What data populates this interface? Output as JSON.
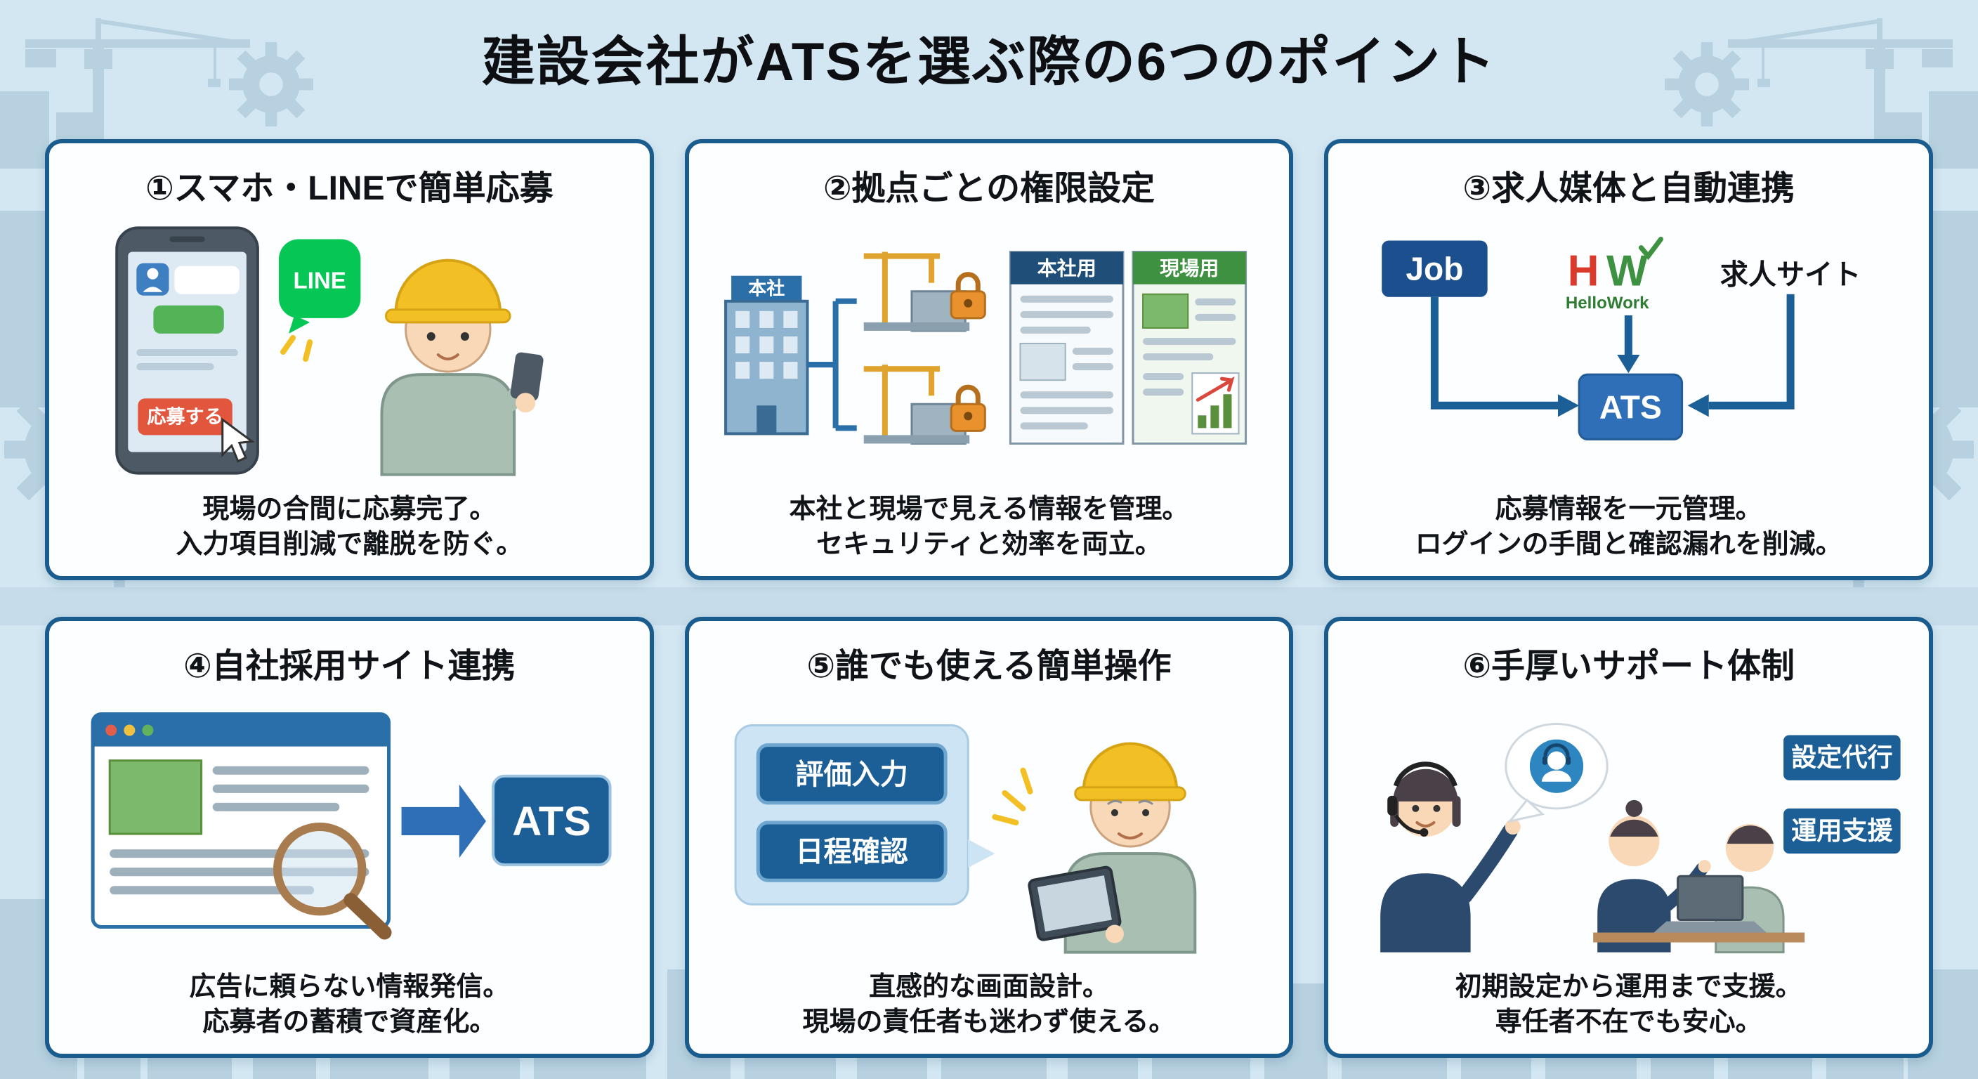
{
  "title": "建設会社がATSを選ぶ際の6つのポイント",
  "cards": [
    {
      "heading": "①スマホ・LINEで簡単応募",
      "desc1": "現場の合間に応募完了。",
      "desc2": "入力項目削減で離脱を防ぐ。",
      "labels": {
        "line": "LINE",
        "apply": "応募する"
      }
    },
    {
      "heading": "②拠点ごとの権限設定",
      "desc1": "本社と現場で見える情報を管理。",
      "desc2": "セキュリティと効率を両立。",
      "labels": {
        "honsha": "本社",
        "honsha_panel": "本社用",
        "genba_panel": "現場用"
      }
    },
    {
      "heading": "③求人媒体と自動連携",
      "desc1": "応募情報を一元管理。",
      "desc2": "ログインの手間と確認漏れを削減。",
      "labels": {
        "job": "Job",
        "hw_h": "H",
        "hw_w": "W",
        "hellowork": "HelloWork",
        "jobsite": "求人サイト",
        "ats": "ATS"
      }
    },
    {
      "heading": "④自社採用サイト連携",
      "desc1": "広告に頼らない情報発信。",
      "desc2": "応募者の蓄積で資産化。",
      "labels": {
        "ats": "ATS"
      }
    },
    {
      "heading": "⑤誰でも使える簡単操作",
      "desc1": "直感的な画面設計。",
      "desc2": "現場の責任者も迷わず使える。",
      "labels": {
        "button1": "評価入力",
        "button2": "日程確認"
      }
    },
    {
      "heading": "⑥手厚いサポート体制",
      "desc1": "初期設定から運用まで支援。",
      "desc2": "専任者不在でも安心。",
      "labels": {
        "button1": "設定代行",
        "button2": "運用支援"
      }
    }
  ],
  "colors": {
    "background": "#d3e7f2",
    "silhouette": "#b7d1e0",
    "card_border": "#1b5c8e",
    "accent_blue": "#1f5f96",
    "line_green": "#06c755",
    "apply_red": "#e2563e",
    "helmet_yellow": "#f2c024",
    "site_green": "#3f9142",
    "hq_navy": "#1f4e79"
  }
}
